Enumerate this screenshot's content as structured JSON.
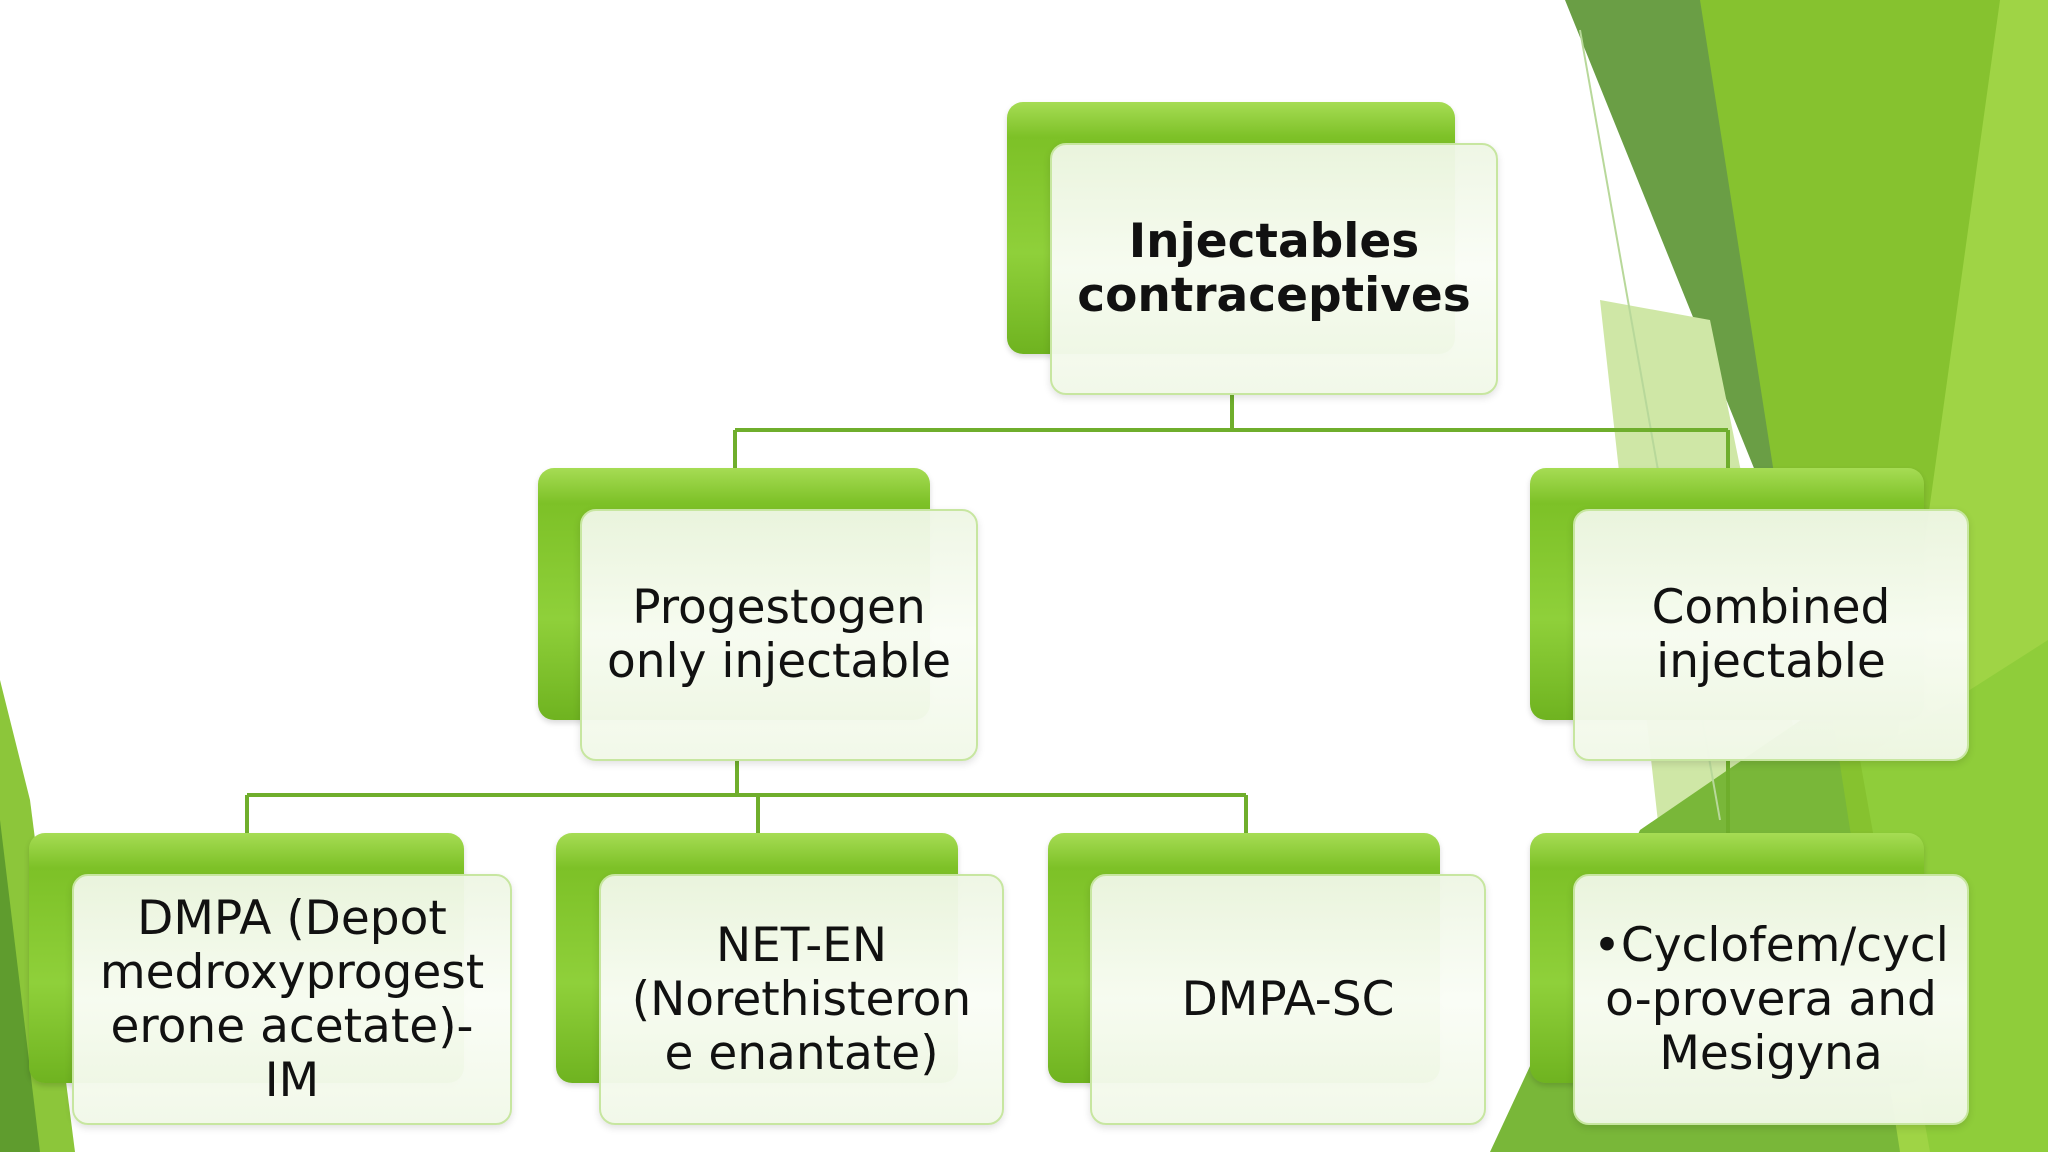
{
  "diagram": {
    "root": {
      "label": "Injectables\ncontraceptives"
    },
    "level1": [
      {
        "label": "Progestogen\nonly injectable"
      },
      {
        "label": "Combined\ninjectable"
      }
    ],
    "progestogen_children": [
      {
        "label": "DMPA (Depot\nmedroxyprogest\nerone acetate)-\nIM"
      },
      {
        "label": "NET-EN\n(Norethisteron\ne enantate)"
      },
      {
        "label": "DMPA-SC"
      }
    ],
    "combined_children": [
      {
        "label": "•Cyclofem/cycl\no-provera and\nMesigyna"
      }
    ]
  },
  "colors": {
    "connector": "#6fae2c",
    "box_green": "#8fd03a",
    "accent_dark_green": "#5e9a3a",
    "accent_light_green": "#9fd445"
  }
}
